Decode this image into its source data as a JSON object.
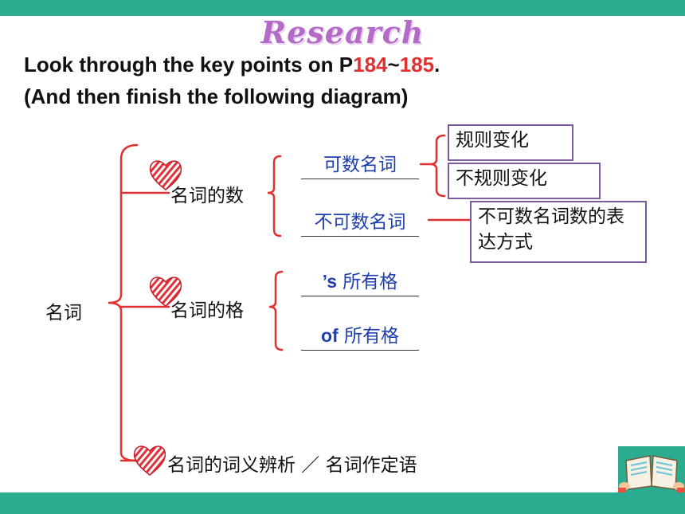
{
  "title": "Research",
  "instructions": {
    "line1_prefix": "Look through the key points on P",
    "page_start": "184",
    "tilde": "~",
    "page_end": "185",
    "line1_suffix": ".",
    "line2": "(And then finish the following diagram)"
  },
  "diagram": {
    "root": "名词",
    "branches": [
      {
        "label": "名词的数",
        "answers": [
          {
            "text": "可数名词",
            "boxes": [
              "规则变化",
              "不规则变化"
            ]
          },
          {
            "text": "不可数名词",
            "box": "不可数名词数的表达方式"
          }
        ]
      },
      {
        "label": "名词的格",
        "answers": [
          {
            "prefix": "’s",
            "text": " 所有格"
          },
          {
            "prefix": "of",
            "text": " 所有格"
          }
        ]
      },
      {
        "label": "名词的词义辨析 ／ 名词作定语"
      }
    ]
  },
  "colors": {
    "accent": "#2bab8f",
    "title": "#b46bc8",
    "bracket": "#e03131",
    "answer": "#1f3fae",
    "box_border": "#7c5a9c"
  },
  "icons": [
    "heart-icon",
    "reading-book-icon"
  ]
}
